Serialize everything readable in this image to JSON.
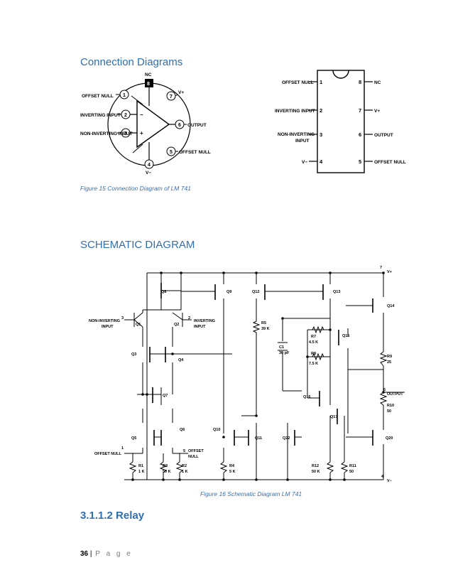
{
  "headings": {
    "connection": "Connection Diagrams",
    "schematic": "SCHEMATIC DIAGRAM",
    "relay": "3.1.1.2 Relay"
  },
  "captions": {
    "fig15": "Figure 15 Connection Diagram of LM 741",
    "fig16": "Figure 16 Schematic Diagram LM 741"
  },
  "circle_diagram": {
    "pin_numbers": [
      "1",
      "2",
      "3",
      "4",
      "5",
      "6",
      "7",
      "8"
    ],
    "labels": {
      "nc": "NC",
      "offset_null": "OFFSET NULL",
      "inverting": "INVERTING INPUT",
      "non_inverting": "NON-INVERTING INPUT",
      "vplus": "V+",
      "output": "OUTPUT",
      "offset_null_r": "OFFSET NULL",
      "vminus": "V−"
    }
  },
  "dip_diagram": {
    "left_labels": [
      "OFFSET NULL",
      "INVERTING INPUT",
      "NON-INVERTING",
      "INPUT",
      "V−"
    ],
    "left_pins": [
      "1",
      "2",
      "3",
      "4"
    ],
    "right_pins": [
      "8",
      "7",
      "6",
      "5"
    ],
    "right_labels": [
      "NC",
      "V+",
      "OUTPUT",
      "OFFSET NULL"
    ]
  },
  "schematic": {
    "transistors": [
      "Q8",
      "Q9",
      "Q12",
      "Q13",
      "Q14",
      "Q1",
      "Q2",
      "Q3",
      "Q4",
      "Q7",
      "Q15",
      "Q16",
      "Q17",
      "Q5",
      "Q6",
      "Q10",
      "Q11",
      "Q22",
      "Q20"
    ],
    "resistors": {
      "r5": "R5",
      "r5v": "39 K",
      "r7": "R7",
      "r7v": "4.5 K",
      "r8": "R8",
      "r8v": "7.5 K",
      "r9": "R9",
      "r9v": "25",
      "r10": "R10",
      "r10v": "50",
      "r1": "R1",
      "r1v": "1 K",
      "r3": "R3",
      "r3v": "50 K",
      "r2": "R2",
      "r2v": "1 K",
      "r4": "R4",
      "r4v": "5 K",
      "r12": "R12",
      "r12v": "50 K",
      "r11": "R11",
      "r11v": "50"
    },
    "capacitor": {
      "name": "C1",
      "value": "30 pF"
    },
    "pins": {
      "p7": "7",
      "vplus": "V+",
      "p3": "3",
      "noninv1": "NON-INVERTING",
      "noninv2": "INPUT",
      "p2": "2",
      "inv1": "INVERTING",
      "inv2": "INPUT",
      "p6": "6",
      "output": "OUTPUT",
      "p1": "1",
      "offset": "OFFSET NULL",
      "p5": "5",
      "offset_r1": "OFFSET",
      "offset_r2": "NULL",
      "p4": "4",
      "vminus": "V−"
    }
  },
  "footer": {
    "page_number": "36",
    "separator": "|",
    "page_word": "P a g e"
  }
}
